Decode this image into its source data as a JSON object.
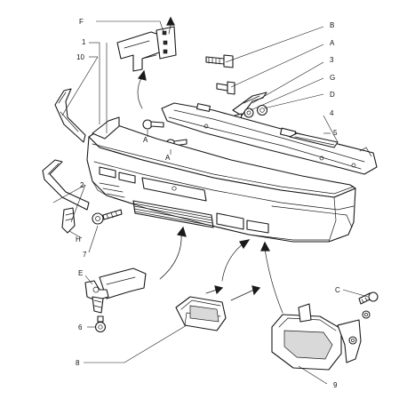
{
  "diagram": {
    "callouts": {
      "F": "F",
      "B": "B",
      "A_top": "A",
      "n3": "3",
      "G": "G",
      "D": "D",
      "n4": "4",
      "n5": "5",
      "n1": "1",
      "n10": "10",
      "A_left1": "A",
      "A_left2": "A",
      "n2": "2",
      "H": "H",
      "n7": "7",
      "E": "E",
      "n6": "6",
      "n8": "8",
      "C": "C",
      "n9": "9"
    }
  }
}
